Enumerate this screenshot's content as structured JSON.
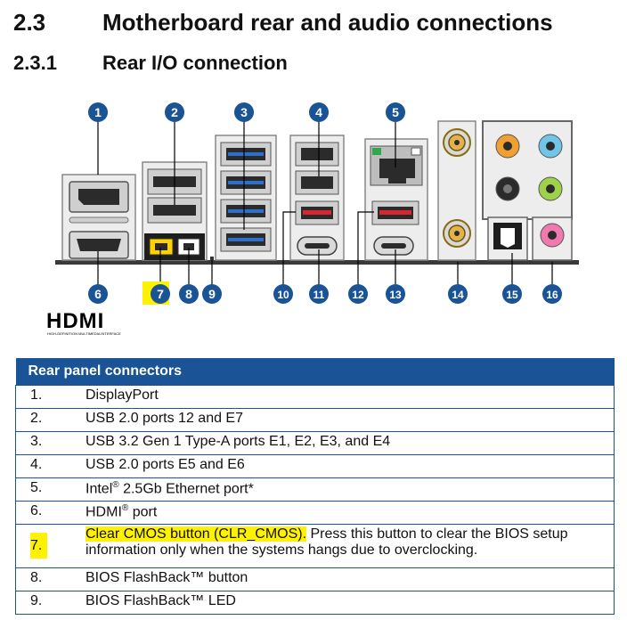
{
  "section": {
    "number": "2.3",
    "title": "Motherboard rear and audio connections"
  },
  "subsection": {
    "number": "2.3.1",
    "title": "Rear I/O connection"
  },
  "callouts": [
    "1",
    "2",
    "3",
    "4",
    "5",
    "6",
    "7",
    "8",
    "9",
    "10",
    "11",
    "12",
    "13",
    "14",
    "15",
    "16"
  ],
  "logo": {
    "text": "HDMI",
    "subtext": "HIGH-DEFINITION MULTIMEDIA INTERFACE"
  },
  "table": {
    "header": "Rear panel connectors",
    "rows": [
      {
        "num": "1.",
        "text": "DisplayPort"
      },
      {
        "num": "2.",
        "text": "USB 2.0 ports 12 and E7"
      },
      {
        "num": "3.",
        "text": "USB 3.2 Gen 1 Type-A ports E1, E2, E3, and E4"
      },
      {
        "num": "4.",
        "text": "USB 2.0 ports E5 and E6"
      },
      {
        "num": "5.",
        "text_pre": "Intel",
        "sup": "®",
        "text_post": " 2.5Gb Ethernet port*"
      },
      {
        "num": "6.",
        "text_pre": "HDMI",
        "sup": "®",
        "text_post": " port"
      },
      {
        "num": "7.",
        "highlight": "Clear CMOS button (CLR_CMOS).",
        "rest_line1": " Press this button to clear the BIOS setup",
        "line2": "information only when the systems hangs due to overclocking."
      },
      {
        "num": "8.",
        "text": "BIOS FlashBack™ button"
      },
      {
        "num": "9.",
        "text": "BIOS FlashBack™ LED"
      }
    ]
  },
  "colors": {
    "callout": "#1a5396",
    "header": "#1a5396",
    "highlight": "#fff200",
    "usb3": "#2a6fd1",
    "usb_red": "#d8262e"
  }
}
